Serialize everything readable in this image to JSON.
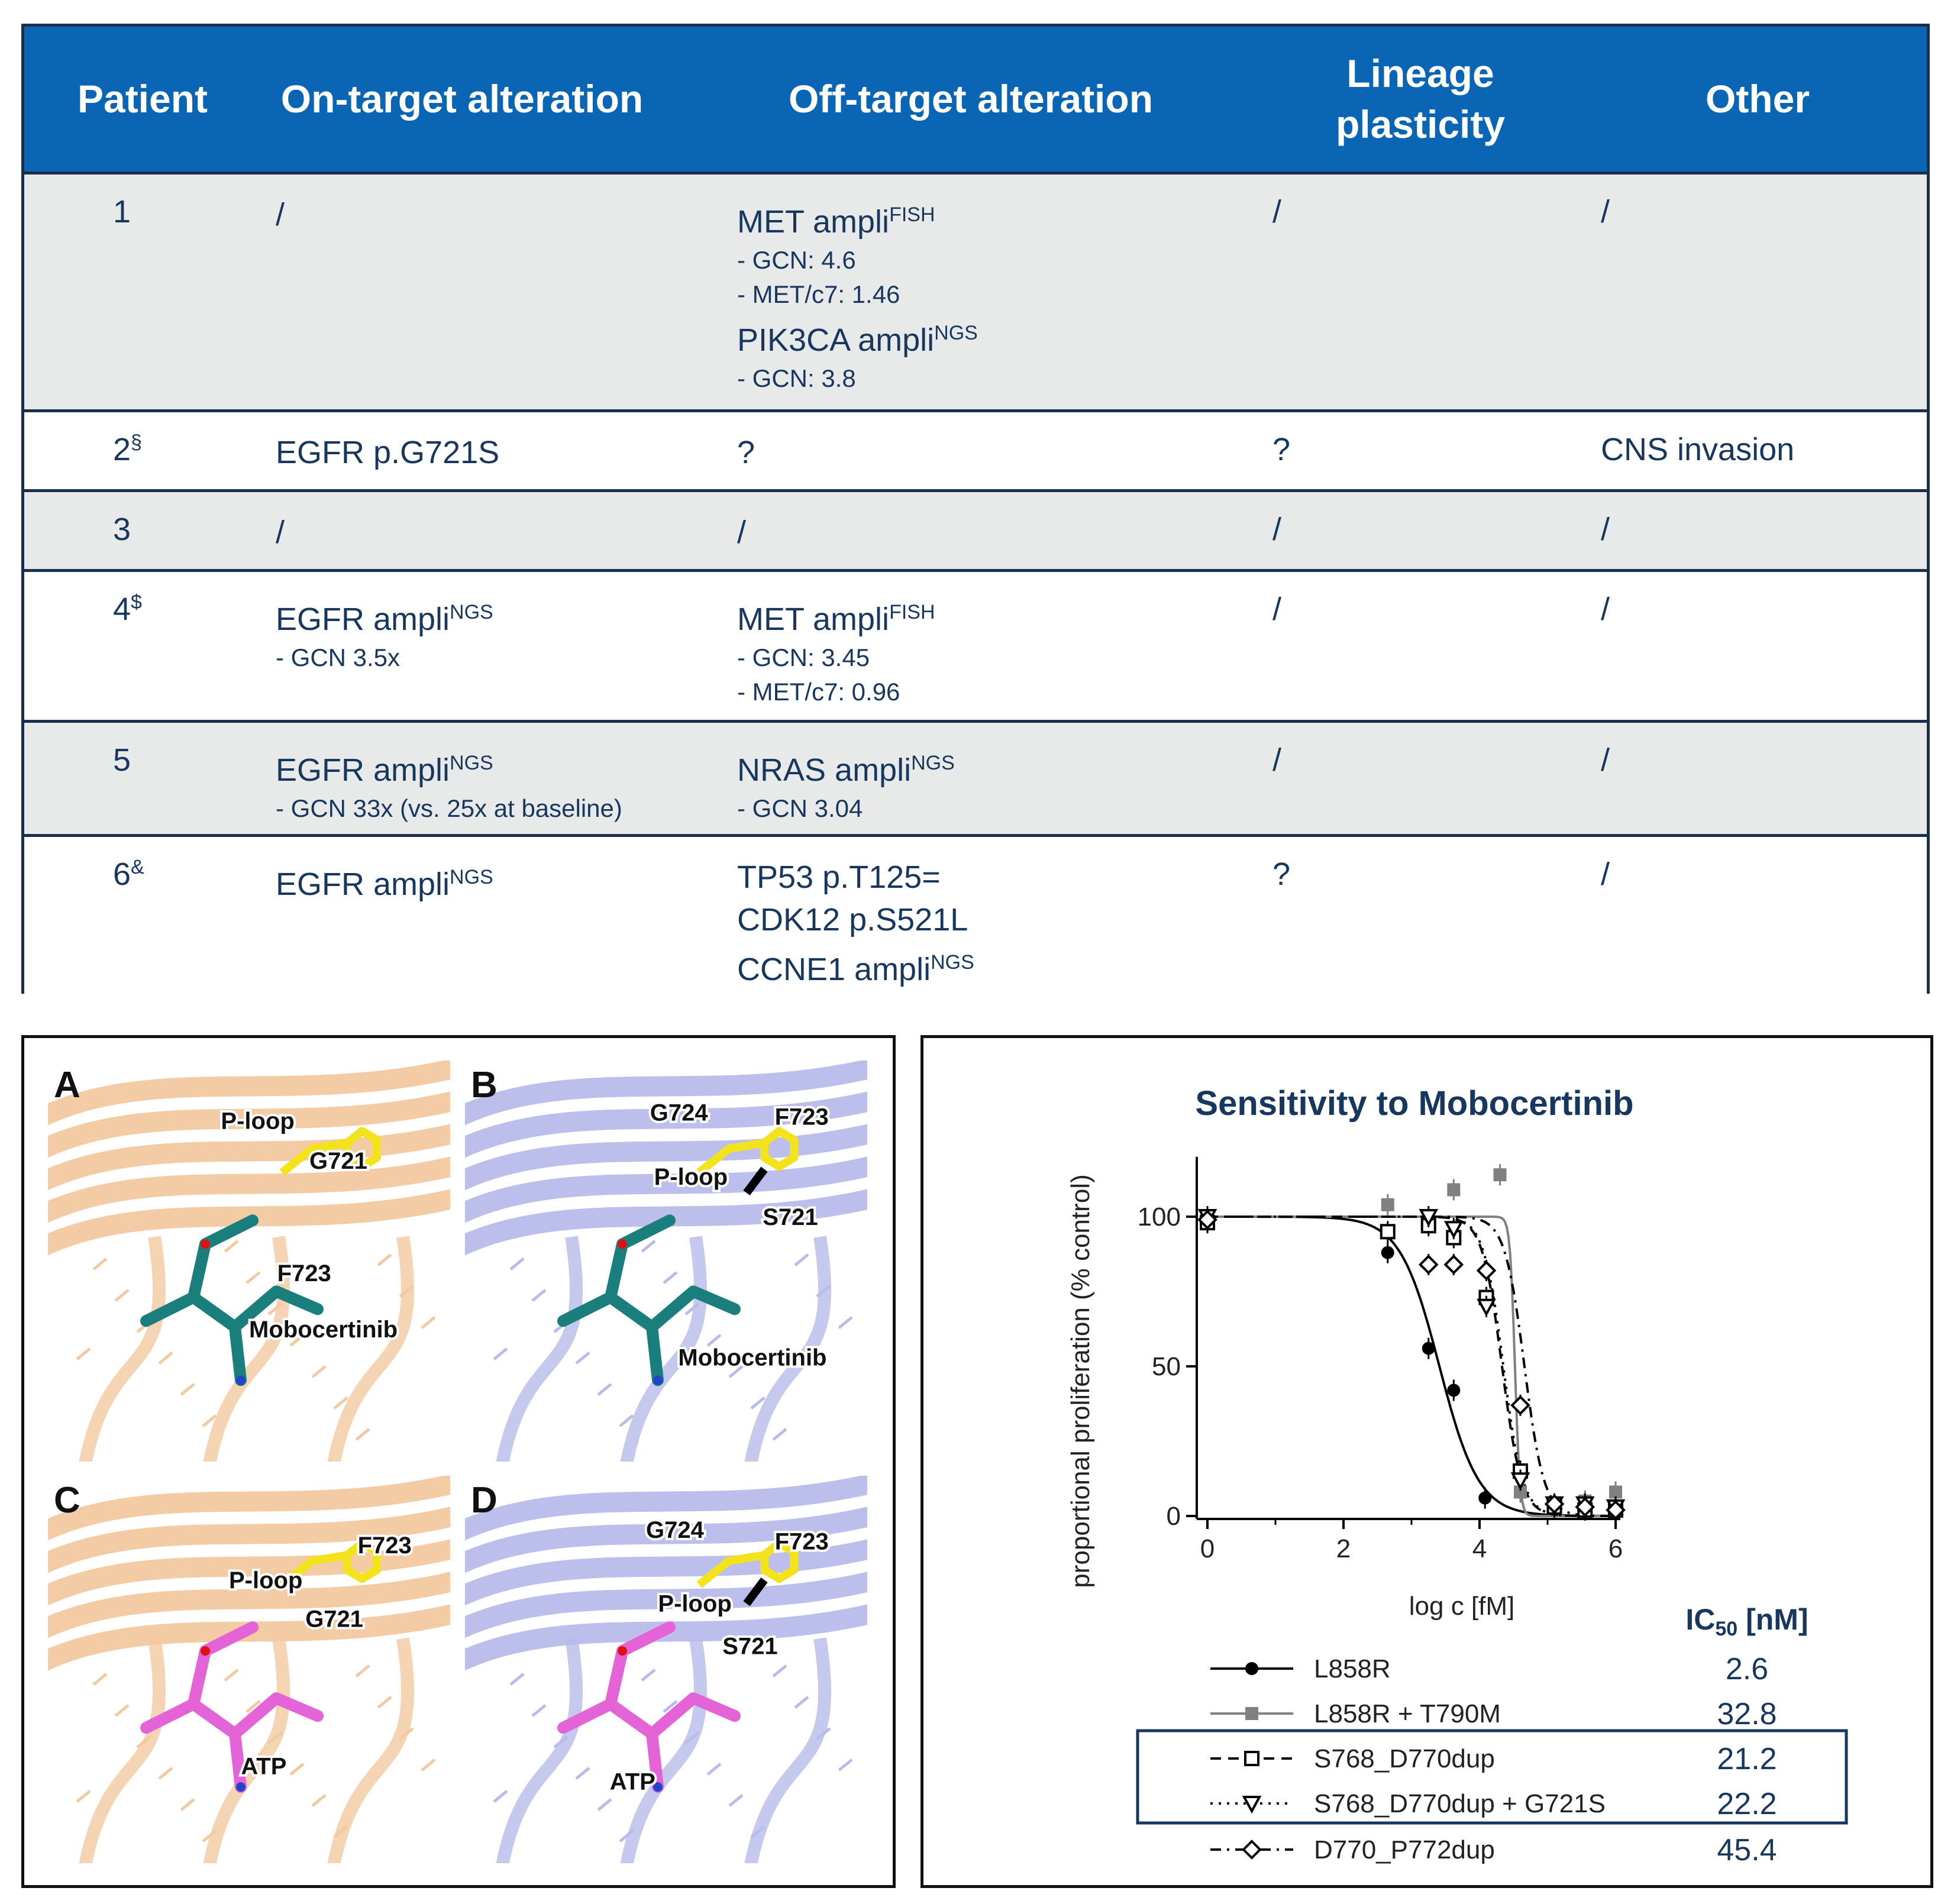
{
  "table": {
    "headers": [
      "Patient",
      "On-target alteration",
      "Off-target alteration",
      "Lineage plasticity",
      "Other"
    ],
    "header_lineage_line1": "Lineage",
    "header_lineage_line2": "plasticity",
    "rows": [
      {
        "patient": "1",
        "patient_sup": "",
        "on_target": [
          "/"
        ],
        "on_target_sub": [],
        "off_target": [
          {
            "text": "MET ampli",
            "sup": "FISH",
            "subs": [
              "- GCN: 4.6",
              "- MET/c7: 1.46"
            ]
          },
          {
            "text": "PIK3CA ampli",
            "sup": "NGS",
            "subs": [
              "- GCN: 3.8"
            ]
          }
        ],
        "lineage": "/",
        "other": "/"
      },
      {
        "patient": "2",
        "patient_sup": "§",
        "on_target": [
          "EGFR p.G721S"
        ],
        "on_target_sub": [],
        "off_target": [
          {
            "text": "?",
            "sup": "",
            "subs": []
          }
        ],
        "lineage": "?",
        "other": "CNS invasion"
      },
      {
        "patient": "3",
        "patient_sup": "",
        "on_target": [
          "/"
        ],
        "on_target_sub": [],
        "off_target": [
          {
            "text": "/",
            "sup": "",
            "subs": []
          }
        ],
        "lineage": "/",
        "other": "/"
      },
      {
        "patient": "4",
        "patient_sup": "$",
        "on_target": [
          "EGFR ampli"
        ],
        "on_target_sup": "NGS",
        "on_target_sub": [
          "- GCN 3.5x"
        ],
        "off_target": [
          {
            "text": "MET ampli",
            "sup": "FISH",
            "subs": [
              "- GCN: 3.45",
              "- MET/c7: 0.96"
            ]
          }
        ],
        "lineage": "/",
        "other": "/"
      },
      {
        "patient": "5",
        "patient_sup": "",
        "on_target": [
          "EGFR ampli"
        ],
        "on_target_sup": "NGS",
        "on_target_sub": [
          "- GCN 33x (vs. 25x at baseline)"
        ],
        "off_target": [
          {
            "text": "NRAS ampli",
            "sup": "NGS",
            "subs": [
              "- GCN 3.04"
            ]
          }
        ],
        "lineage": "/",
        "other": "/"
      },
      {
        "patient": "6",
        "patient_sup": "&",
        "on_target": [
          "EGFR ampli"
        ],
        "on_target_sup": "NGS",
        "on_target_sub": [],
        "off_target": [
          {
            "text": "TP53 p.T125=",
            "sup": "",
            "subs": []
          },
          {
            "text": "CDK12 p.S521L",
            "sup": "",
            "subs": []
          },
          {
            "text": "CCNE1 ampli",
            "sup": "NGS",
            "subs": []
          }
        ],
        "lineage": "?",
        "other": "/"
      }
    ]
  },
  "structures": {
    "panels": [
      {
        "letter": "A",
        "labels": [
          "P-loop",
          "G721",
          "F723",
          "Mobocertinib"
        ]
      },
      {
        "letter": "B",
        "labels": [
          "G724",
          "F723",
          "P-loop",
          "S721",
          "Mobocertinib"
        ]
      },
      {
        "letter": "C",
        "labels": [
          "F723",
          "P-loop",
          "G721",
          "ATP"
        ]
      },
      {
        "letter": "D",
        "labels": [
          "G724",
          "F723",
          "P-loop",
          "S721",
          "ATP"
        ]
      }
    ],
    "colors": {
      "wt_ribbon": "#f2c9a0",
      "mut_ribbon": "#b8bcea",
      "drug": "#1a7f7c",
      "atp": "#e463d6",
      "residue": "#f2e31c"
    }
  },
  "chart_data": {
    "type": "scatter",
    "title": "Sensitivity to Mobocertinib",
    "xlabel": "log c [fM]",
    "ylabel": "proportional proliferation (% control)",
    "xlim": [
      0,
      6
    ],
    "ylim": [
      0,
      120
    ],
    "xticks": [
      "0",
      "2",
      "4",
      "6"
    ],
    "yticks": [
      "0",
      "50",
      "100"
    ],
    "ic50_header": "IC",
    "ic50_header_sub": "50",
    "ic50_header_unit": " [nM]",
    "series": [
      {
        "name": "L858R",
        "ic50": "2.6",
        "marker": "circle-filled",
        "line": "solid",
        "color": "#000000",
        "logIC50": 3.41,
        "hill": 1.5,
        "x": [
          0,
          2.65,
          3.25,
          3.62,
          4.08
        ],
        "y": [
          98,
          88,
          56,
          42,
          6
        ]
      },
      {
        "name": "L858R + T790M",
        "ic50": "32.8",
        "marker": "square-filled",
        "line": "solid",
        "color": "#808080",
        "logIC50": 4.52,
        "hill": 12,
        "x": [
          0,
          2.65,
          3.62,
          4.3,
          4.6,
          5.1,
          5.55,
          6.0
        ],
        "y": [
          100,
          104,
          109,
          114,
          8,
          4,
          5,
          8
        ]
      },
      {
        "name": "S768_D770dup",
        "ic50": "21.2",
        "marker": "square-open",
        "line": "dashed",
        "color": "#000000",
        "logIC50": 4.33,
        "hill": 3,
        "x": [
          0,
          2.65,
          3.25,
          3.62,
          4.1,
          4.6,
          5.1,
          5.55,
          6.0
        ],
        "y": [
          98,
          95,
          97,
          93,
          73,
          15,
          3,
          2,
          2
        ]
      },
      {
        "name": "S768_D770dup + G721S",
        "ic50": "22.2",
        "marker": "triangle-open",
        "line": "dotted",
        "color": "#000000",
        "logIC50": 4.35,
        "hill": 3,
        "x": [
          0,
          3.25,
          3.62,
          4.1,
          4.6,
          5.1,
          5.55,
          6.0
        ],
        "y": [
          100,
          100,
          96,
          70,
          12,
          4,
          4,
          3
        ]
      },
      {
        "name": "D770_P772dup",
        "ic50": "45.4",
        "marker": "diamond-open",
        "line": "dashdot",
        "color": "#000000",
        "logIC50": 4.66,
        "hill": 3,
        "x": [
          0,
          3.25,
          3.62,
          4.1,
          4.6,
          5.1,
          5.55,
          6.0
        ],
        "y": [
          99,
          84,
          84,
          82,
          37,
          4,
          3,
          2
        ]
      }
    ]
  }
}
